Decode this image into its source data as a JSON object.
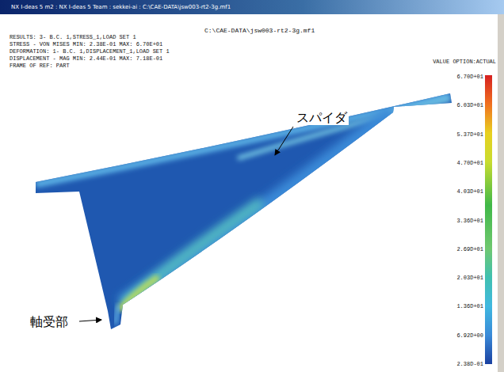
{
  "diagram": {
    "labels": [
      "NX I-deas 5 m2 : NX I-deas 5 Team : sekkei-ai : C:\\CAE-DATA\\jsw003-rt2-3g.mf1",
      "C:\\CAE-DATA\\jsw003-rt2-3g.mf1",
      "RESULTS: 3- B.C. 1,STRESS_1,LOAD SET 1",
      "STRESS - VON MISES MIN: 2.38E-01 MAX: 6.70E+01",
      "DEFORMATION: 1- B.C. 1,DISPLACEMENT_1,LOAD SET 1",
      "DISPLACEMENT - MAG MIN: 2.44E-01 MAX: 7.18E-01",
      "FRAME OF REF: PART",
      "VALUE OPTION:ACTUAL",
      "6.70D+01",
      "6.03D+01",
      "5.37D+01",
      "4.70D+01",
      "4.03D+01",
      "3.36D+01",
      "2.69D+01",
      "2.03D+01",
      "1.36D+01",
      "6.92D+00",
      "2.38D-01",
      "スパイダ",
      "軸受部"
    ]
  }
}
